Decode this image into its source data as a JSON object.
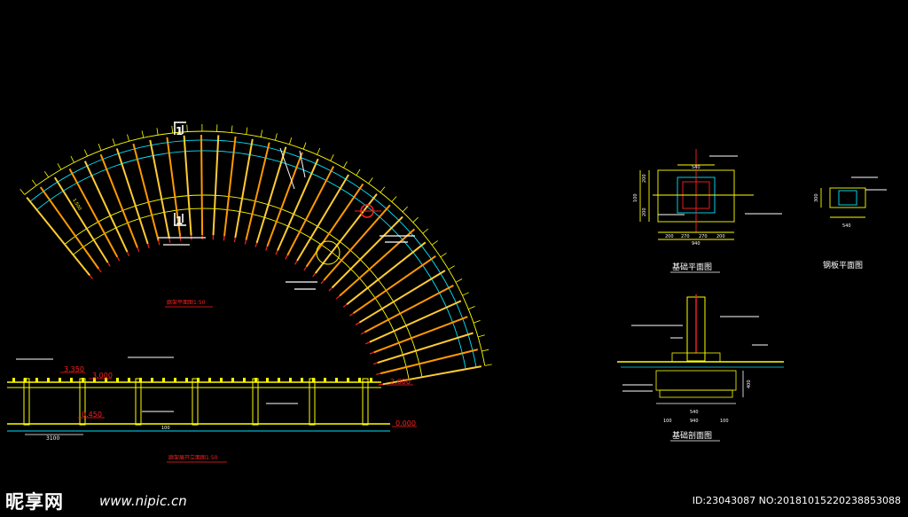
{
  "colors": {
    "background": "#000000",
    "primary": "#ffff00",
    "secondary": "#ff9900",
    "accent": "#ff2020",
    "green": "#00ff00",
    "cyan": "#00e5ff",
    "white": "#ffffff"
  },
  "plan": {
    "section_marks": [
      "1",
      "1"
    ],
    "title": "廊架平面图1:50",
    "radial_labels": [
      "1.500"
    ]
  },
  "elevation": {
    "levels": [
      "3.350",
      "3.000",
      "2.600",
      "0.450",
      "0.000"
    ],
    "dims": [
      "3100",
      "100"
    ],
    "title": "廊架展开立面图1:50"
  },
  "base_plan": {
    "dims_top": [
      "540"
    ],
    "dims_left": [
      "100",
      "200",
      "200"
    ],
    "dims_bottom": [
      "200",
      "270",
      "270",
      "200"
    ],
    "total": "940",
    "title": "基础平面图"
  },
  "steel_plate": {
    "dims": [
      "540",
      "300"
    ],
    "title": "钢板平面图"
  },
  "base_section": {
    "dims": [
      "540",
      "400",
      "100",
      "940",
      "100"
    ],
    "title": "基础剖面图"
  },
  "watermark": {
    "logo": "昵享网",
    "url": "www.nipic.cn",
    "id": "ID:23043087 NO:20181015220238853088"
  }
}
